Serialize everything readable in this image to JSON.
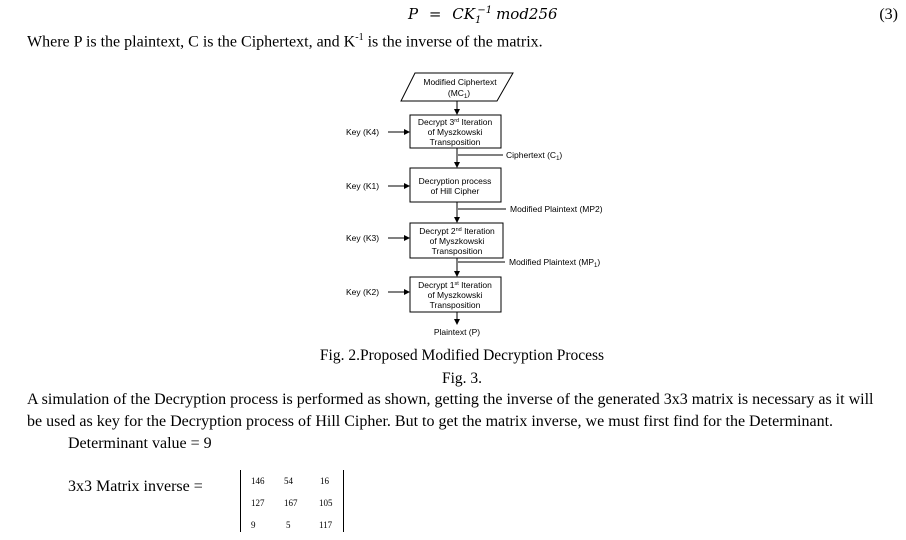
{
  "equation": {
    "lhs": "P",
    "eq": "=",
    "c": "C",
    "k": "K",
    "k_sub": "1",
    "k_sup": "−1",
    "mod": "mod256",
    "number": "(3)"
  },
  "where_line": {
    "part1": "Where P is the plaintext, C is the Ciphertext, and K",
    "sup": "-1",
    "part2": " is the inverse of the matrix."
  },
  "diagram": {
    "input": {
      "line1": "Modified Ciphertext",
      "line2_pre": "(MC",
      "line2_sub": "1",
      "line2_post": ")"
    },
    "steps": [
      {
        "key": "Key (K4)",
        "l1_pre": "Decrypt 3",
        "l1_sup": "rd",
        "l1_post": " Iteration",
        "l2": "of Myszkowski",
        "l3": "Transposition"
      },
      {
        "key": "Key (K1)",
        "l1_pre": "Decryption process",
        "l1_sup": "",
        "l1_post": "",
        "l2": "of Hill Cipher",
        "l3": ""
      },
      {
        "key": "Key (K3)",
        "l1_pre": "Decrypt 2",
        "l1_sup": "nd",
        "l1_post": " Iteration",
        "l2": "of Myszkowski",
        "l3": "Transposition"
      },
      {
        "key": "Key (K2)",
        "l1_pre": "Decrypt 1",
        "l1_sup": "st",
        "l1_post": " Iteration",
        "l2": "of Myszkowski",
        "l3": "Transposition"
      }
    ],
    "side_labels": [
      {
        "pre": "Ciphertext (C",
        "sub": "1",
        "post": ")"
      },
      {
        "pre": "Modified Plaintext (MP2)",
        "sub": "",
        "post": ""
      },
      {
        "pre": "Modified Plaintext (MP",
        "sub": "1",
        "post": ")"
      }
    ],
    "output": "Plaintext (P)"
  },
  "caption": "Fig. 2.Proposed Modified Decryption Process",
  "fig3": "Fig. 3.",
  "paragraph": {
    "line1": "A simulation of the Decryption process is performed as shown, getting the inverse of the generated 3x3 matrix is necessary as it will",
    "line2": "be used as key for the Decryption process of Hill Cipher. But to get the matrix inverse, we must first find for the Determinant."
  },
  "determinant": "Determinant value = 9",
  "matrix_label": "3x3 Matrix inverse =",
  "matrix": [
    [
      "146",
      "54",
      "16"
    ],
    [
      "127",
      "167",
      "105"
    ],
    [
      "9",
      "5",
      "117"
    ]
  ]
}
